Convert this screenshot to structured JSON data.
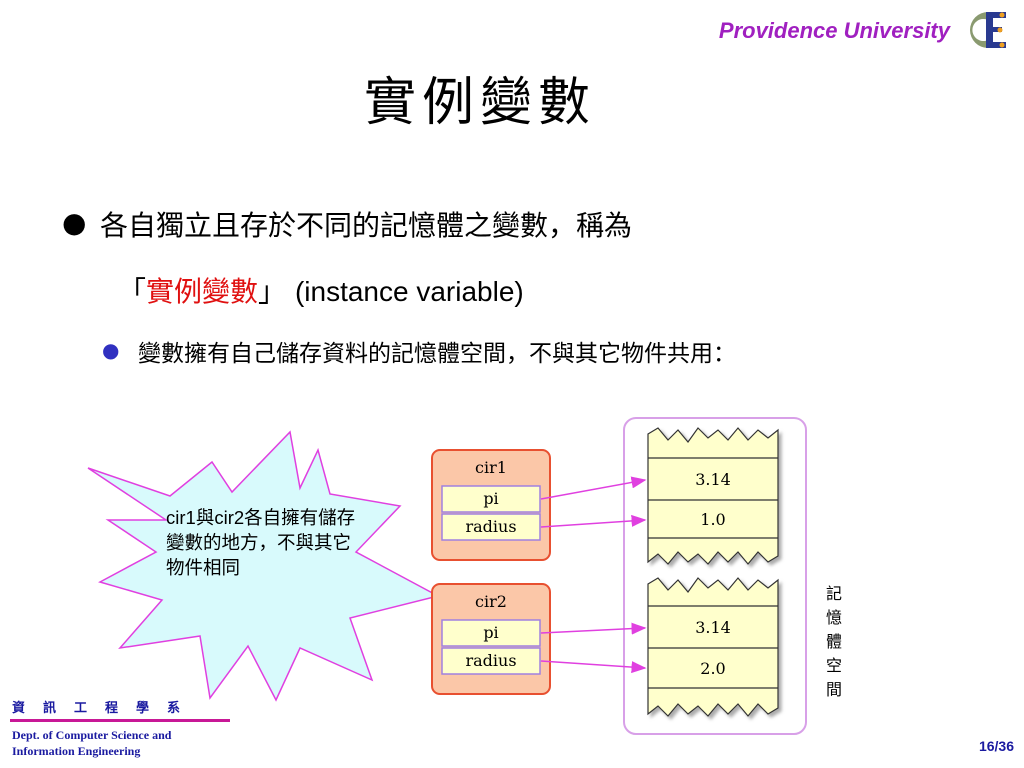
{
  "header": {
    "university": "Providence University",
    "logo_letters": "CE"
  },
  "slide": {
    "title": "實例變數",
    "bullet_main_line1": "各自獨立且存於不同的記憶體之變數，稱為",
    "bullet_main_open": "「",
    "bullet_main_highlight": "實例變數",
    "bullet_main_close": "」",
    "bullet_main_en": "(instance variable)",
    "bullet_sub": "變數擁有自己儲存資料的記憶體空間，不與其它物件共用："
  },
  "diagram": {
    "burst_text_en1": "cir1",
    "burst_text_cn1": "與",
    "burst_text_en2": "cir2",
    "burst_text_cn2": "各自擁有儲存變數的地方，不與其它物件相同",
    "objects": [
      {
        "name": "cir1",
        "fields": [
          "pi",
          "radius"
        ]
      },
      {
        "name": "cir2",
        "fields": [
          "pi",
          "radius"
        ]
      }
    ],
    "memory": [
      {
        "cells": [
          "3.14",
          "1.0"
        ]
      },
      {
        "cells": [
          "3.14",
          "2.0"
        ]
      }
    ],
    "memory_label": [
      "記",
      "憶",
      "體",
      "空",
      "間"
    ]
  },
  "footer": {
    "dept_cn": "資訊工程學系",
    "dept_en_line1": "Dept. of Computer Science and",
    "dept_en_line2": "Information Engineering",
    "page": "16/36"
  },
  "colors": {
    "accent": "#a020c0",
    "highlight": "#e01010",
    "object_fill": "#fbc7a8",
    "object_border": "#e85030",
    "field_fill": "#ffffcc",
    "field_border": "#a080e0",
    "burst_fill": "#d8fafc",
    "burst_border": "#e040e0",
    "memory_fill": "#ffffcc",
    "memory_frame": "#d8a0e8",
    "footer_text": "#1a1aa0"
  }
}
